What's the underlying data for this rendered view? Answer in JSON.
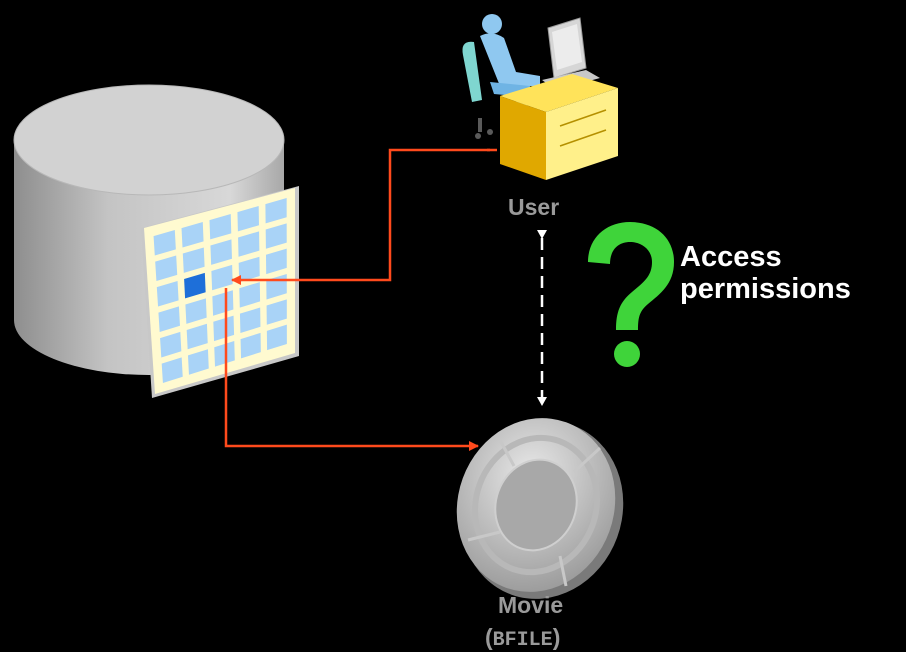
{
  "labels": {
    "user": "User",
    "access_line1": "Access",
    "access_line2": "permissions",
    "movie": "Movie",
    "bfile_open": "(",
    "bfile_name": "BFILE",
    "bfile_close": ")"
  },
  "icons": {
    "database": "database-cylinder-icon",
    "table": "table-grid-icon",
    "user": "user-at-workstation-icon",
    "movie": "film-reel-icon",
    "question": "question-mark-icon"
  },
  "colors": {
    "background": "#000000",
    "arrow": "#ff4a1c",
    "dashed_line": "#ffffff",
    "question_mark": "#3fd43a",
    "label_gray": "#9a9a9a",
    "highlight_cell": "#1e6fd9"
  }
}
